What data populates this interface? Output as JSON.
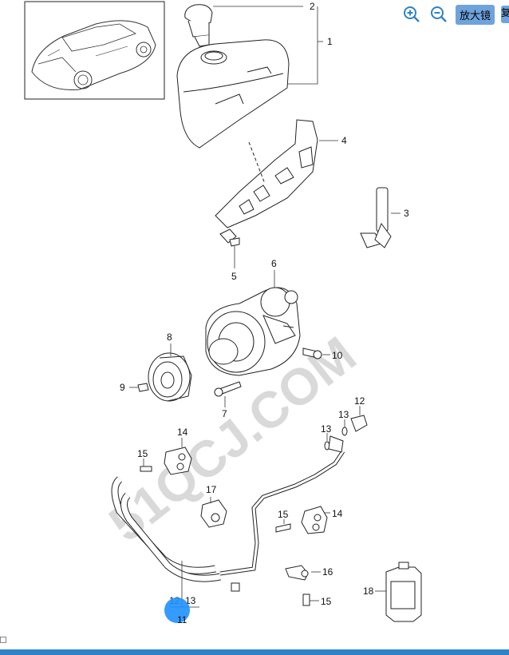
{
  "toolbar": {
    "zoom_in_icon": "zoom-in-icon",
    "zoom_out_icon": "zoom-out-icon",
    "magnifier_label": "放大镜",
    "extra_button_label": "复"
  },
  "watermark": "51QCJ.COM",
  "callouts": {
    "c1": "1",
    "c2": "2",
    "c3": "3",
    "c4": "4",
    "c5": "5",
    "c6": "6",
    "c7": "7",
    "c8": "8",
    "c9": "9",
    "c10": "10",
    "c11": "11",
    "c12a": "12",
    "c12b": "12",
    "c13a": "13",
    "c13b": "13",
    "c13c": "13",
    "c14a": "14",
    "c14b": "14",
    "c15a": "15",
    "c15b": "15",
    "c15c": "15",
    "c16": "16",
    "c17": "17",
    "c18": "18"
  },
  "colors": {
    "accent": "#2e82c8",
    "button": "#6fa3dd",
    "touch_indicator": "#1e90ff"
  }
}
